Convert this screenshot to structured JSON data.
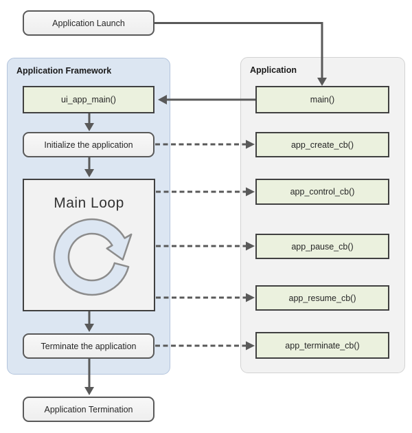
{
  "nodes": {
    "application_launch": "Application Launch",
    "application_termination": "Application Termination"
  },
  "framework": {
    "title": "Application Framework",
    "ui_app_main": "ui_app_main()",
    "initialize": "Initialize the application",
    "main_loop": "Main Loop",
    "terminate": "Terminate the application"
  },
  "application": {
    "title": "Application",
    "main": "main()",
    "callbacks": [
      "app_create_cb()",
      "app_control_cb()",
      "app_pause_cb()",
      "app_resume_cb()",
      "app_terminate_cb()"
    ]
  },
  "colors": {
    "framework_fill": "#dce6f2",
    "framework_border": "#b3c4dc",
    "application_fill": "#f2f2f2",
    "application_border": "#d2d2d2",
    "function_box_fill": "#ebf1de",
    "function_box_border": "#404040",
    "process_box_fill": "#f2f2f2",
    "process_box_border": "#595959",
    "arrow": "#595959",
    "loop_icon_fill": "#dce6f2",
    "loop_icon_border": "#8c8c8c",
    "text": "#262626"
  }
}
